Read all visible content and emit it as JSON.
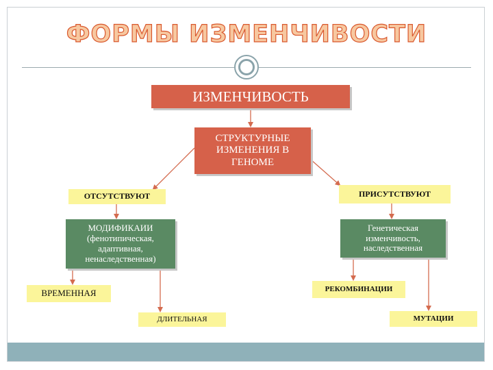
{
  "title": "ФОРМЫ  ИЗМЕНЧИВОСТИ",
  "colors": {
    "title_fill": "#f7c8a0",
    "title_outline": "#d9572c",
    "red_box": "#d6614a",
    "green_box": "#5a8a63",
    "yellow_box": "#fbf59a",
    "arrow": "#d46b4f",
    "bottom_bar": "#8fb1b9"
  },
  "nodes": {
    "root": "ИЗМЕНЧИВОСТЬ",
    "structural": "СТРУКТУРНЫЕ ИЗМЕНЕНИЯ В ГЕНОМЕ",
    "absent": "ОТСУТСТВУЮТ",
    "present": "ПРИСУТСТВУЮТ",
    "modifications": "МОДИФИКАИИ (фенотипическая, адаптивная, ненаследственная)",
    "genetic": "Генетическая изменчивость, наследственная",
    "temporary": "ВРЕМЕННАЯ",
    "long_term": "ДЛИТЕЛЬНАЯ",
    "recombinations": "РЕКОМБИНАЦИИ",
    "mutations": "МУТАЦИИ"
  }
}
